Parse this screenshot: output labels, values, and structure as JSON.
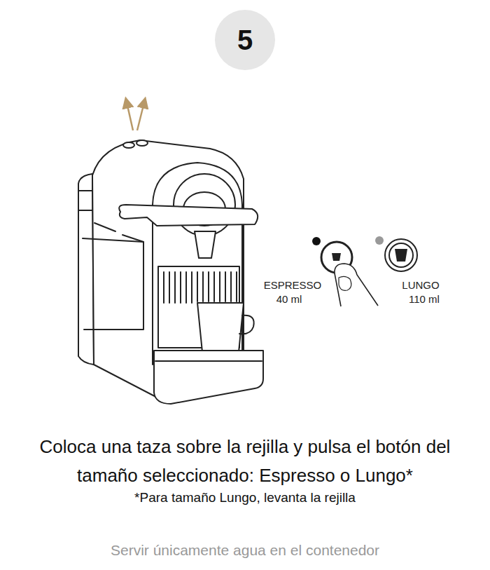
{
  "diagram": {
    "caption": "Coloca una taza sobre la rejilla y pulsa el botón del tamaño seleccionado: Espresso o Lungo*",
    "nodes": [
      {
        "text": [
          "5"
        ]
      }
    ],
    "labels": [
      "ESPRESSO",
      "40 ml",
      "LUNGO",
      "110 ml",
      "*Para tamaño Lungo, levanta la rejilla",
      "Servir únicamente agua en el contenedor"
    ]
  }
}
